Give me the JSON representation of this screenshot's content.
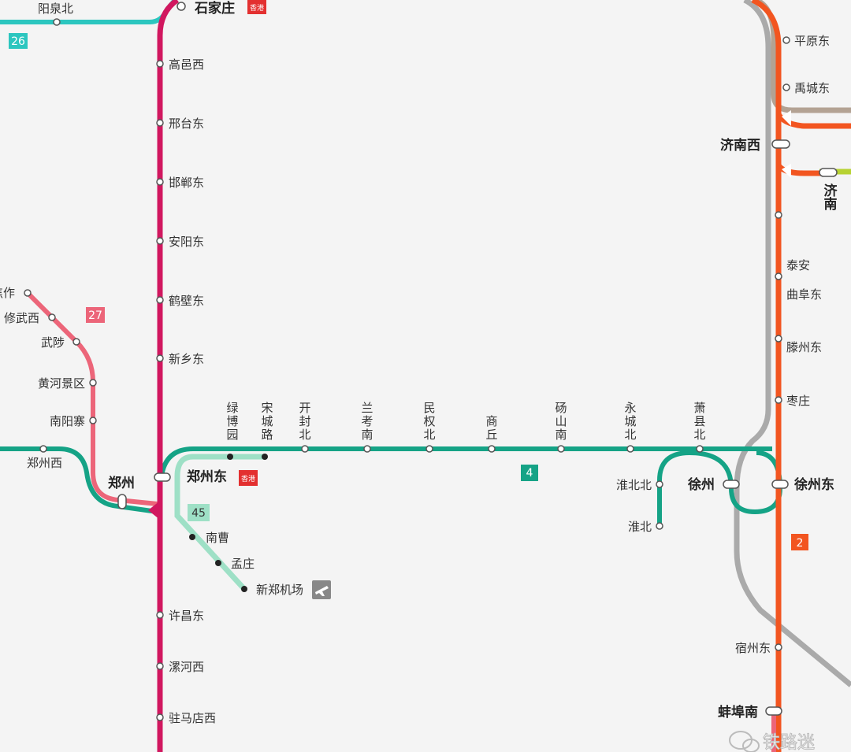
{
  "colors": {
    "jingguang": "#d1175f",
    "xuzheng": "#15a386",
    "jinghu": "#f25520",
    "jiaozuo": "#ec6579",
    "line26": "#2cc6bf",
    "airport": "#9ee0c6",
    "grey": "#aaaaaa",
    "brown": "#b3a293",
    "lime": "#b7d232",
    "hk": "#e33030"
  },
  "badges": {
    "l26": "26",
    "l27": "27",
    "l45": "45",
    "l4": "4",
    "l2": "2"
  },
  "hk_badge": "香港",
  "watermark": "铁路迷",
  "stations": {
    "yangquanbei": "阳泉北",
    "shijiazhuang": "石家庄",
    "gaoyixi": "高邑西",
    "xingtaidong": "邢台东",
    "handandong": "邯郸东",
    "anyangdong": "安阳东",
    "hebidong": "鹤壁东",
    "xinxiangdong": "新乡东",
    "zhengzhoudong": "郑州东",
    "xuchangdong": "许昌东",
    "luohexi": "漯河西",
    "zhumadianxi": "驻马店西",
    "jiaozuo": "焦作",
    "xiuwuxi": "修武西",
    "wuzhi": "武陟",
    "huanghe": "黄河景区",
    "nanyangzhai": "南阳寨",
    "zhengzhouxi": "郑州西",
    "zhengzhou": "郑州",
    "nancao": "南曹",
    "mengzhuang": "孟庄",
    "airport": "新郑机场",
    "lvboyuan": "绿博园",
    "songchenglu": "宋城路",
    "kaifengbei": "开封北",
    "lankaonan": "兰考南",
    "minquanbei": "民权北",
    "shangqiu": "商丘",
    "dangshannan": "砀山南",
    "yongchengbei": "永城北",
    "xiaoxianbei": "萧县北",
    "huaibeibei": "淮北北",
    "huaibei": "淮北",
    "xuzhou": "徐州",
    "xuzhoudong": "徐州东",
    "pingyuandong": "平原东",
    "yuchengdong": "禹城东",
    "jinanxi": "济南西",
    "jinan": "济南",
    "taian": "泰安",
    "qufudong": "曲阜东",
    "tengzhoudong": "滕州东",
    "zaozhuang": "枣庄",
    "suzhoudong": "宿州东",
    "bengbunan": "蚌埠南"
  }
}
